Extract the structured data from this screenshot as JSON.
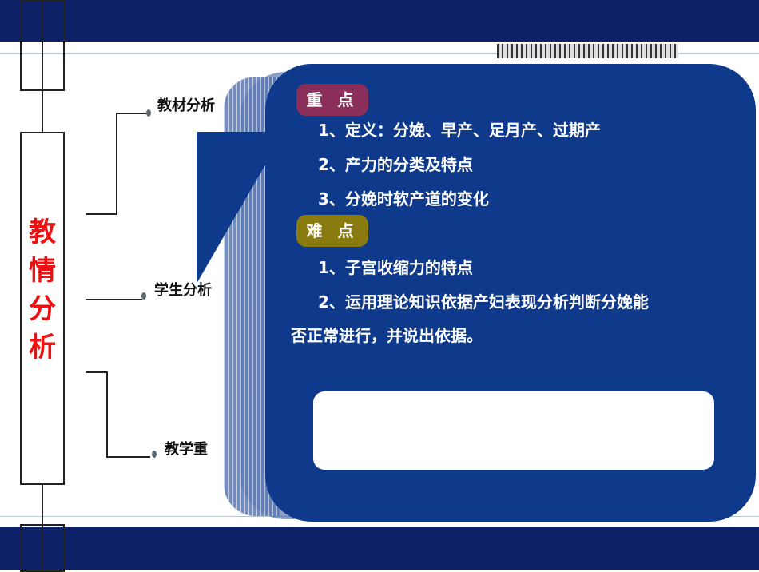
{
  "side_title": "教情分析",
  "branches": {
    "b1": "教材分析",
    "b2": "学生分析",
    "b3": "教学重"
  },
  "card": {
    "key_badge": "重 点",
    "key_points": [
      "1、定义：分娩、早产、足月产、过期产",
      "2、产力的分类及特点",
      "3、分娩时软产道的变化"
    ],
    "hard_badge": "难 点",
    "hard_points": [
      "1、子宫收缩力的特点",
      "2、运用理论知识依据产妇表现分析判断分娩能",
      "否正常进行，并说出依据。"
    ]
  },
  "colors": {
    "band": "#0d2167",
    "card": "#0f3a8c",
    "title_red": "#ee1111",
    "key_badge": "#8b2f5a",
    "hard_badge": "#8a7b10"
  }
}
